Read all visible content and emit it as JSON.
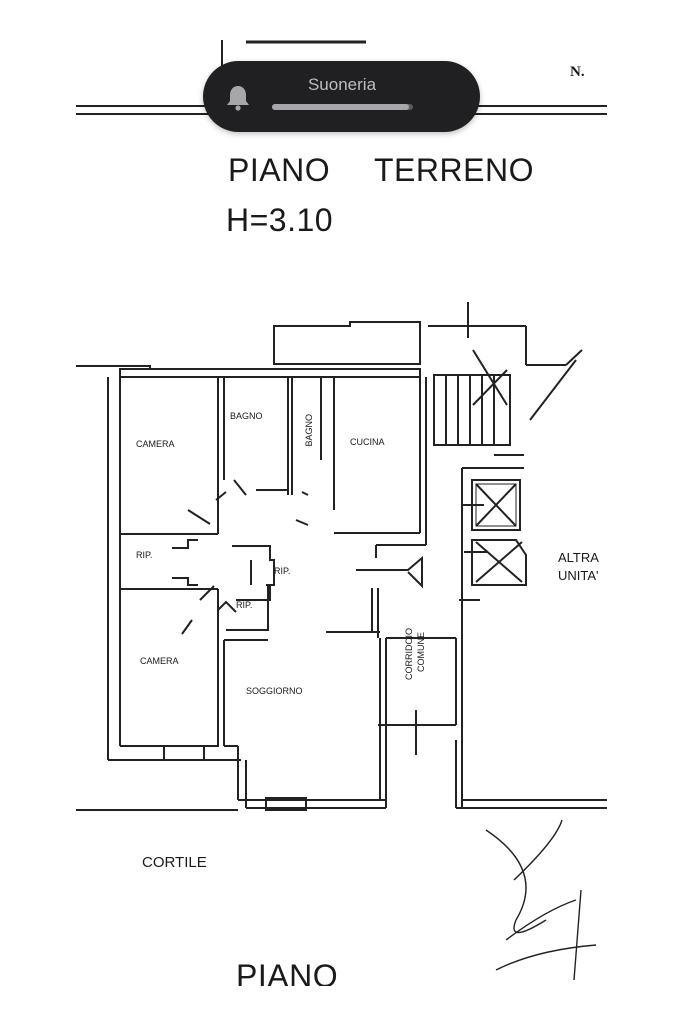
{
  "hud": {
    "label": "Suoneria",
    "icon": "bell-icon",
    "level": 0.97
  },
  "document": {
    "header_mark": "N.",
    "title_left": "PIANO",
    "title_right": "TERRENO",
    "height_label": "H=3.10",
    "bottom_title": "PIANO",
    "rooms": {
      "camera_top": "CAMERA",
      "bagno_1": "BAGNO",
      "bagno_2": "BAGNO",
      "cucina": "CUCINA",
      "rip_1": "RIP.",
      "rip_2": "RIP.",
      "rip_3": "RIP.",
      "camera_bottom": "CAMERA",
      "soggiorno": "SOGGIORNO",
      "corridoio": "CORRIDOIO",
      "comune": "COMUNE",
      "altra": "ALTRA",
      "unita": "UNITA'",
      "cortile": "CORTILE"
    }
  }
}
